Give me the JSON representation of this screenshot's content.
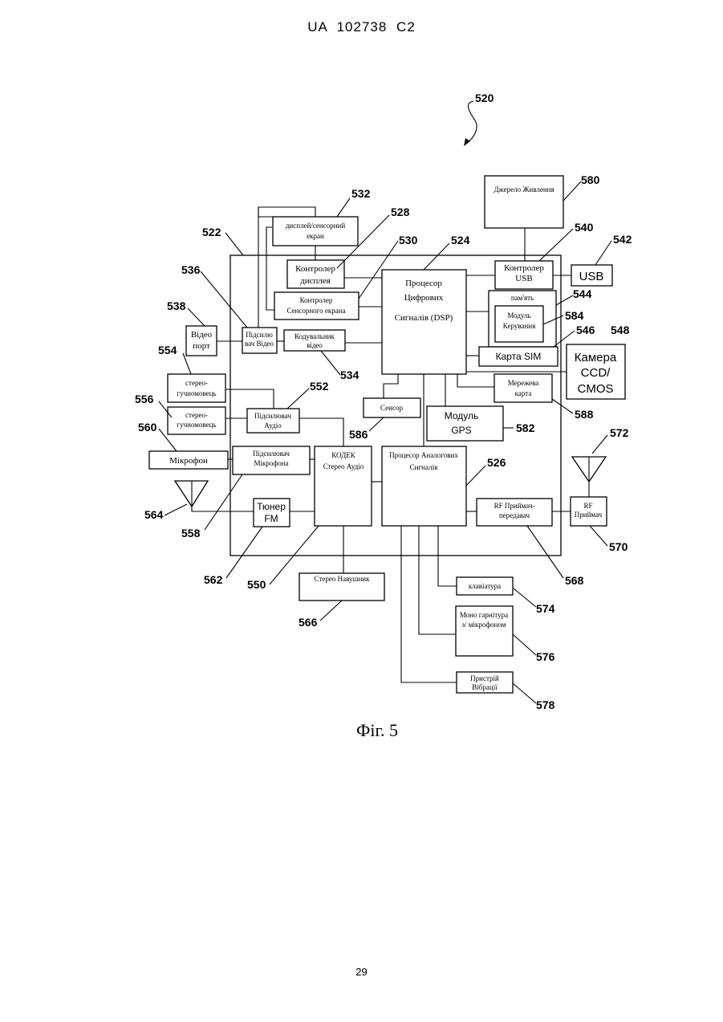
{
  "document": {
    "header": "UA 102738 C2",
    "caption": "Фіг. 5",
    "page_number": "29"
  },
  "blocks": {
    "power": "Джерело Живлення",
    "display": [
      "дисплей/сенсорний",
      "екран"
    ],
    "display_ctrl": [
      "Контролер",
      "дисплея"
    ],
    "touch_ctrl": [
      "Контролер",
      "Сенсорного екрана"
    ],
    "dsp": [
      "Процесор",
      "Цифрових",
      "Сигналів (DSP)"
    ],
    "usb_ctrl": [
      "Контролер",
      "USB"
    ],
    "usb": "USB",
    "memory": "пам'ять",
    "control_module": [
      "Модуль",
      "Керування"
    ],
    "video_port": [
      "Відео",
      "порт"
    ],
    "video_amp": [
      "Підсилю",
      "вач Відео"
    ],
    "video_encoder": [
      "Кодувальник",
      "відео"
    ],
    "sim": "Карта SIM",
    "camera": [
      "Камера",
      "CCD/",
      "CMOS"
    ],
    "stereo_speaker_1": [
      "стерео-",
      "гучномовець"
    ],
    "stereo_speaker_2": [
      "стерео-",
      "гучномовець"
    ],
    "network_card": [
      "Мережева",
      "карта"
    ],
    "audio_amp": [
      "Підсилювач",
      "Аудіо"
    ],
    "sensor": "Сенсор",
    "gps": [
      "Модуль",
      "GPS"
    ],
    "microphone": "Мікрофон",
    "mic_amp": [
      "Підсилювач",
      "Мікрофона"
    ],
    "codec": [
      "КОДЕК",
      "Стерео Аудіо"
    ],
    "adsp": [
      "Процесор Аналогових",
      "Сигналів"
    ],
    "fm_tuner": [
      "Тюнер",
      "FM"
    ],
    "rf_transceiver": [
      "RF Приймач-",
      "передавач"
    ],
    "rf_receiver": [
      "RF",
      "Приймач"
    ],
    "headphones": "Стерео Навушник",
    "keyboard": "клавіатура",
    "mono_headset": [
      "Моно гарнітура",
      "з/ мікрофоном"
    ],
    "vibration": [
      "Пристрій",
      "Вібрації"
    ]
  },
  "refs": {
    "r520": "520",
    "r580": "580",
    "r532": "532",
    "r528": "528",
    "r522": "522",
    "r530": "530",
    "r524": "524",
    "r540": "540",
    "r542": "542",
    "r536": "536",
    "r544": "544",
    "r538": "538",
    "r584": "584",
    "r546": "546",
    "r548": "548",
    "r554": "554",
    "r534": "534",
    "r552": "552",
    "r556": "556",
    "r588": "588",
    "r560": "560",
    "r586": "586",
    "r582": "582",
    "r572": "572",
    "r526": "526",
    "r564": "564",
    "r558": "558",
    "r570": "570",
    "r562": "562",
    "r550": "550",
    "r568": "568",
    "r574": "574",
    "r566": "566",
    "r576": "576",
    "r578": "578"
  }
}
